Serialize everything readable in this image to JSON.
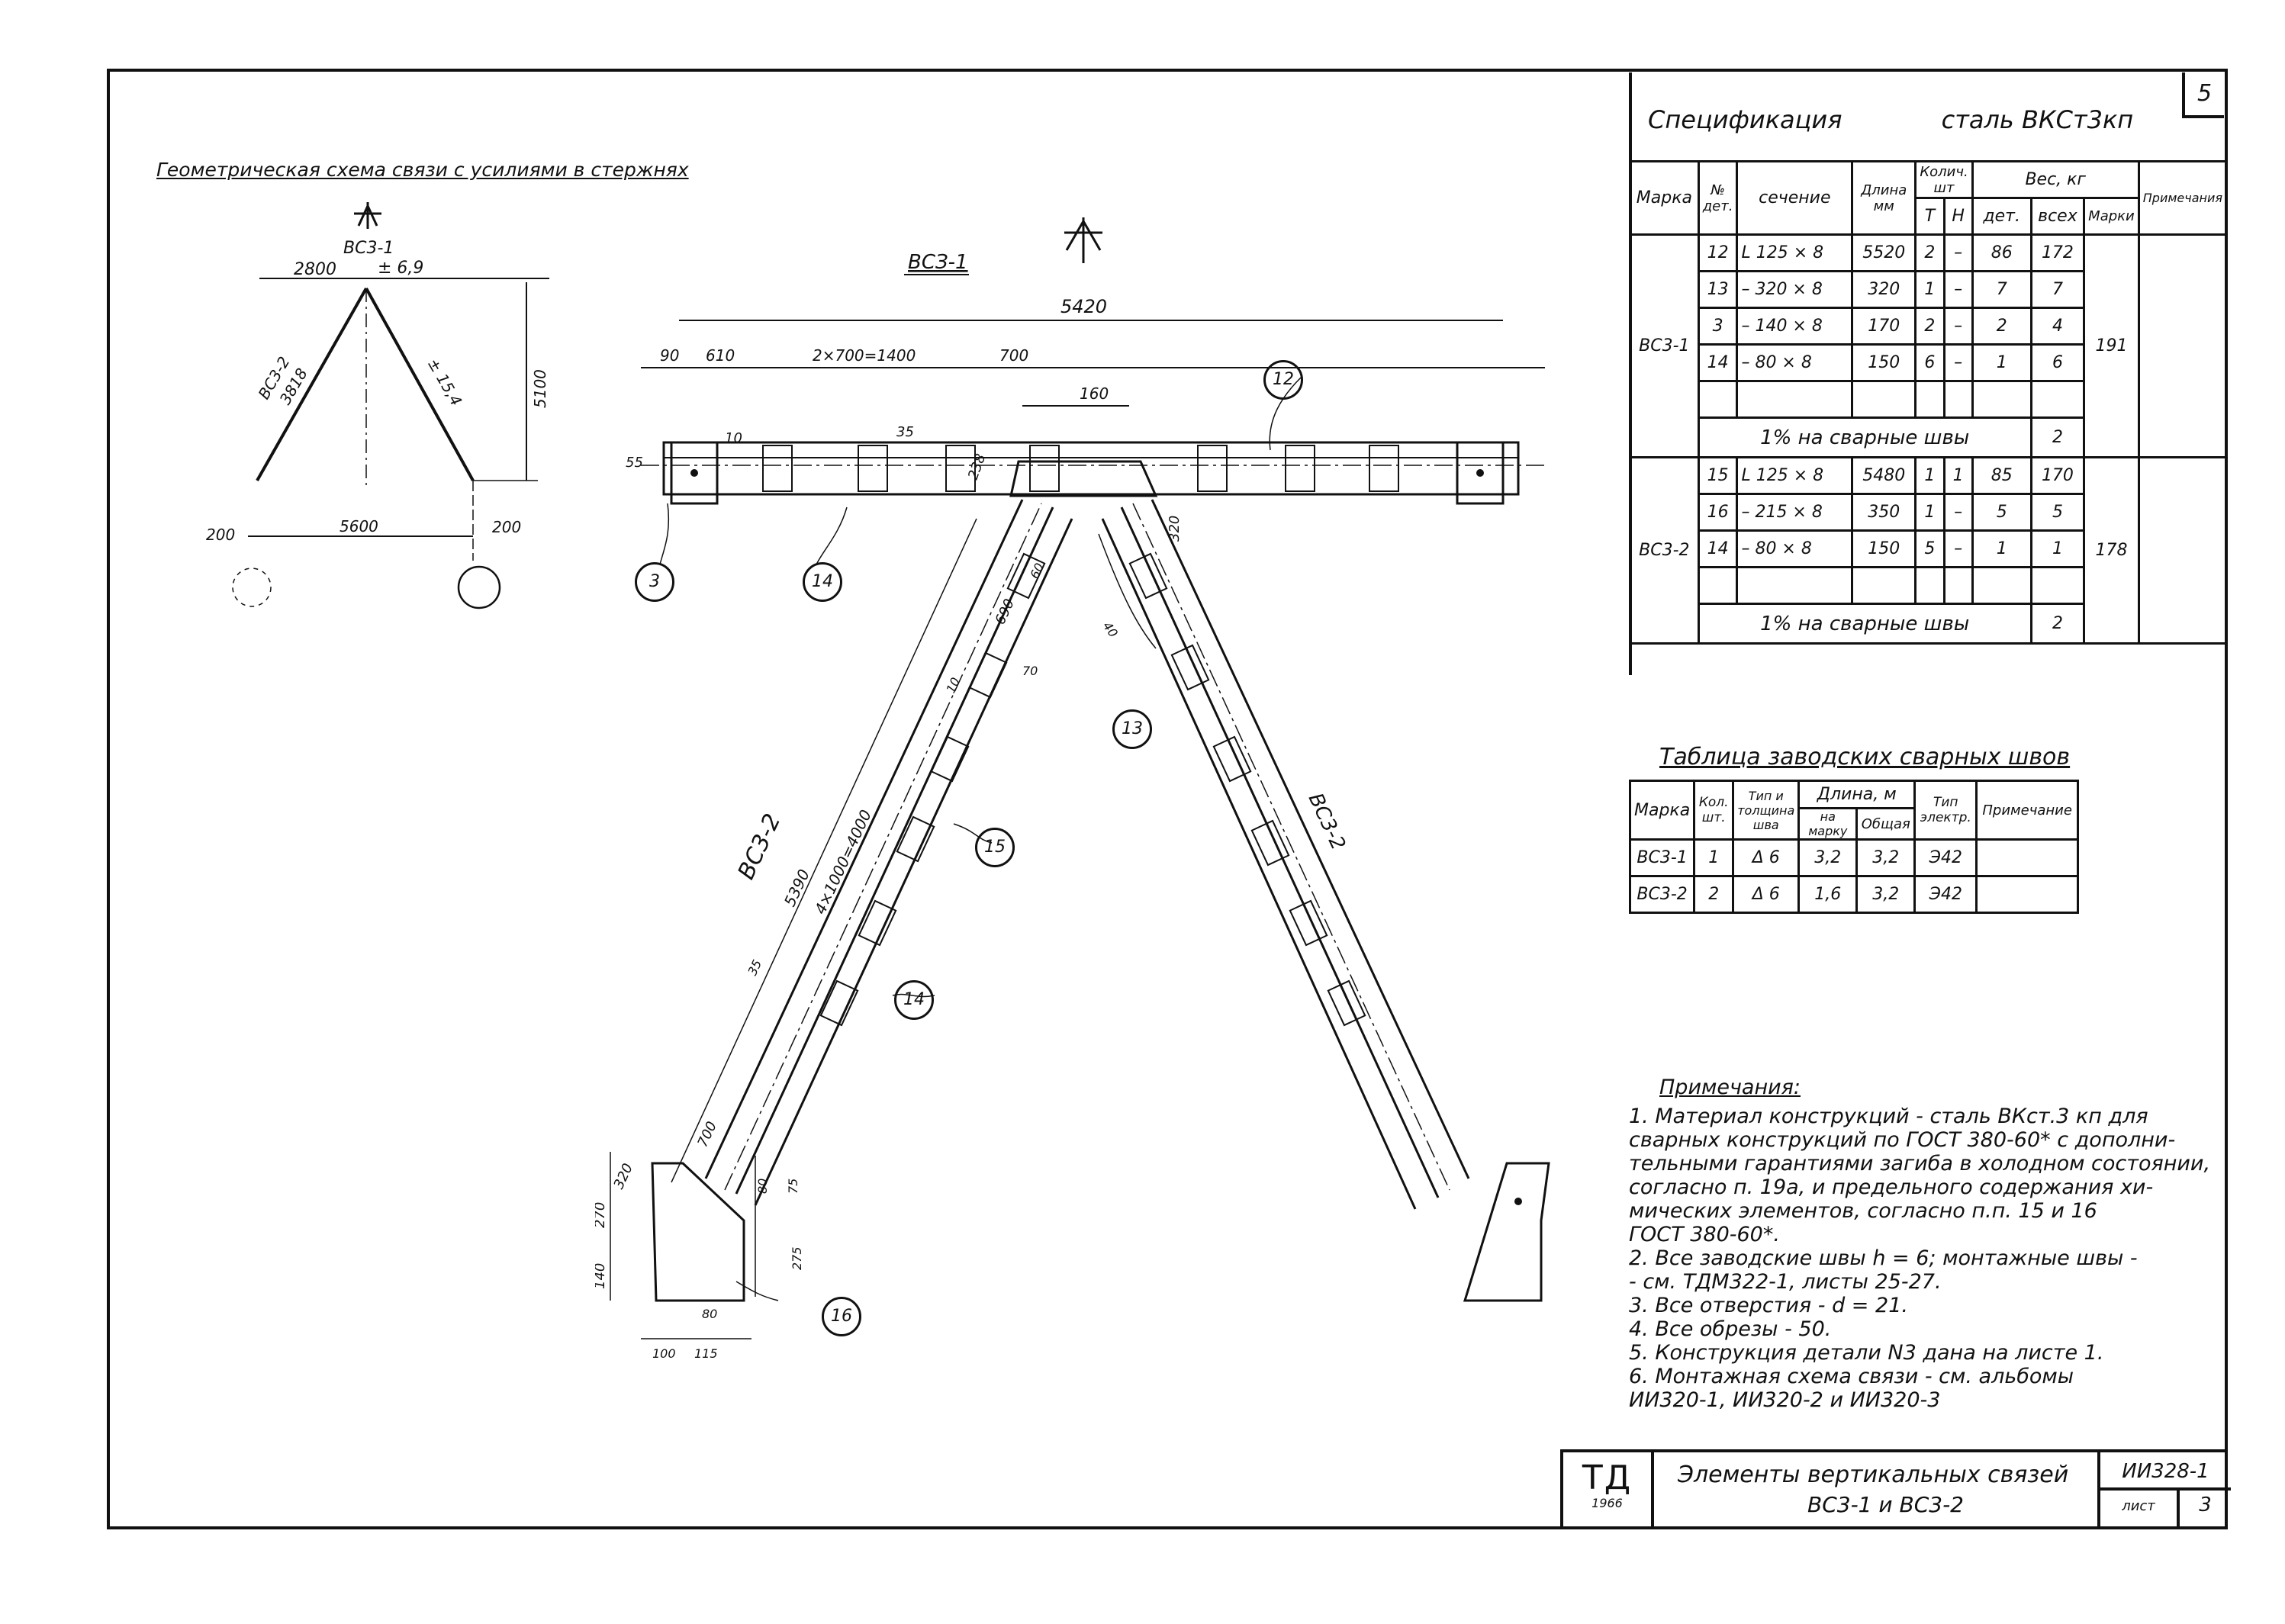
{
  "sheet": {
    "number": "5",
    "scheme_title": "Геометрическая схема связи с усилиями в стержнях",
    "main_title": "ВСЗ-1",
    "left_brace": "ВС3-2",
    "right_brace": "ВС3-2"
  },
  "scheme": {
    "top_label": "ВС3-1",
    "top_span": "2800",
    "force_top": "± 6,9",
    "left_label": "ВС3-2",
    "left_len": "3818",
    "right_force": "± 15,4",
    "height": "5100",
    "base": "5600",
    "left_offset": "200",
    "right_offset": "200"
  },
  "dims": {
    "overall": "5420",
    "d90": "90",
    "d610": "610",
    "d2x700": "2×700=1400",
    "d700": "700",
    "d160": "160",
    "d35a": "35",
    "d10": "10",
    "d55": "55",
    "d238": "238",
    "d320": "320",
    "d690": "690",
    "d60": "60",
    "d40": "40",
    "d70": "70",
    "d10b": "10",
    "d5390": "5390",
    "d4x1000": "4×1000=4000",
    "d35b": "35",
    "d700b": "700",
    "d320b": "320",
    "d270": "270",
    "d140": "140",
    "d80": "80",
    "d75": "75",
    "d275": "275",
    "d80b": "80",
    "d100": "100",
    "d115": "115"
  },
  "callouts": [
    "12",
    "3",
    "14",
    "13",
    "15",
    "14",
    "16"
  ],
  "spec": {
    "title": "Спецификация",
    "steel": "сталь ВКСт3кп",
    "headers": {
      "mark": "Марка",
      "det": "№ дет.",
      "section": "сечение",
      "length": "Длина мм",
      "qty": "Колич. шт",
      "qty_t": "Т",
      "qty_n": "Н",
      "weight": "Вес, кг",
      "w_det": "дет.",
      "w_all": "всех",
      "w_mark": "Марки",
      "note": "Примечания"
    },
    "groups": [
      {
        "mark": "ВС3-1",
        "total": "191",
        "rows": [
          [
            "12",
            "L 125 × 8",
            "5520",
            "2",
            "–",
            "86",
            "172"
          ],
          [
            "13",
            "– 320 × 8",
            "320",
            "1",
            "–",
            "7",
            "7"
          ],
          [
            "3",
            "– 140 × 8",
            "170",
            "2",
            "–",
            "2",
            "4"
          ],
          [
            "14",
            "– 80 × 8",
            "150",
            "6",
            "–",
            "1",
            "6"
          ]
        ],
        "weld_label": "1% на сварные швы",
        "weld_value": "2"
      },
      {
        "mark": "ВС3-2",
        "total": "178",
        "rows": [
          [
            "15",
            "L 125 × 8",
            "5480",
            "1",
            "1",
            "85",
            "170"
          ],
          [
            "16",
            "– 215 × 8",
            "350",
            "1",
            "–",
            "5",
            "5"
          ],
          [
            "14",
            "– 80 × 8",
            "150",
            "5",
            "–",
            "1",
            "1"
          ]
        ],
        "weld_label": "1% на сварные швы",
        "weld_value": "2"
      }
    ]
  },
  "welds": {
    "title": "Таблица заводских сварных швов",
    "headers": {
      "mark": "Марка",
      "qty": "Кол. шт.",
      "type": "Тип и толщина шва",
      "length": "Длина, м",
      "per_mark": "на марку",
      "total": "Общая",
      "electrode": "Тип электр.",
      "note": "Примечание"
    },
    "rows": [
      [
        "ВС3-1",
        "1",
        "Δ 6",
        "3,2",
        "3,2",
        "Э42"
      ],
      [
        "ВС3-2",
        "2",
        "Δ 6",
        "1,6",
        "3,2",
        "Э42"
      ]
    ]
  },
  "notes": {
    "title": "Примечания:",
    "lines": [
      "1. Материал конструкций - сталь ВКст.3 кп для",
      "    сварных конструкций по ГОСТ 380-60* с дополни-",
      "    тельными гарантиями загиба в холодном состоянии,",
      "    согласно п. 19а, и предельного содержания хи-",
      "    мических элементов, согласно п.п. 15 и 16",
      "    ГОСТ 380-60*.",
      "2. Все заводские швы h = 6; монтажные швы -",
      "    - см. ТДМ322-1, листы 25-27.",
      "3. Все отверстия - d = 21.",
      "4. Все обрезы - 50.",
      "5. Конструкция детали N3 дана на листе 1.",
      "6. Монтажная схема связи - см. альбомы",
      "    ИИ320-1, ИИ320-2 и ИИ320-3"
    ]
  },
  "titleblock": {
    "logo": "ТД",
    "year": "1966",
    "title_line1": "Элементы вертикальных связей",
    "title_line2": "ВС3-1 и ВС3-2",
    "code": "ИИ328-1",
    "sheet_label": "лист",
    "sheet_no": "3"
  }
}
